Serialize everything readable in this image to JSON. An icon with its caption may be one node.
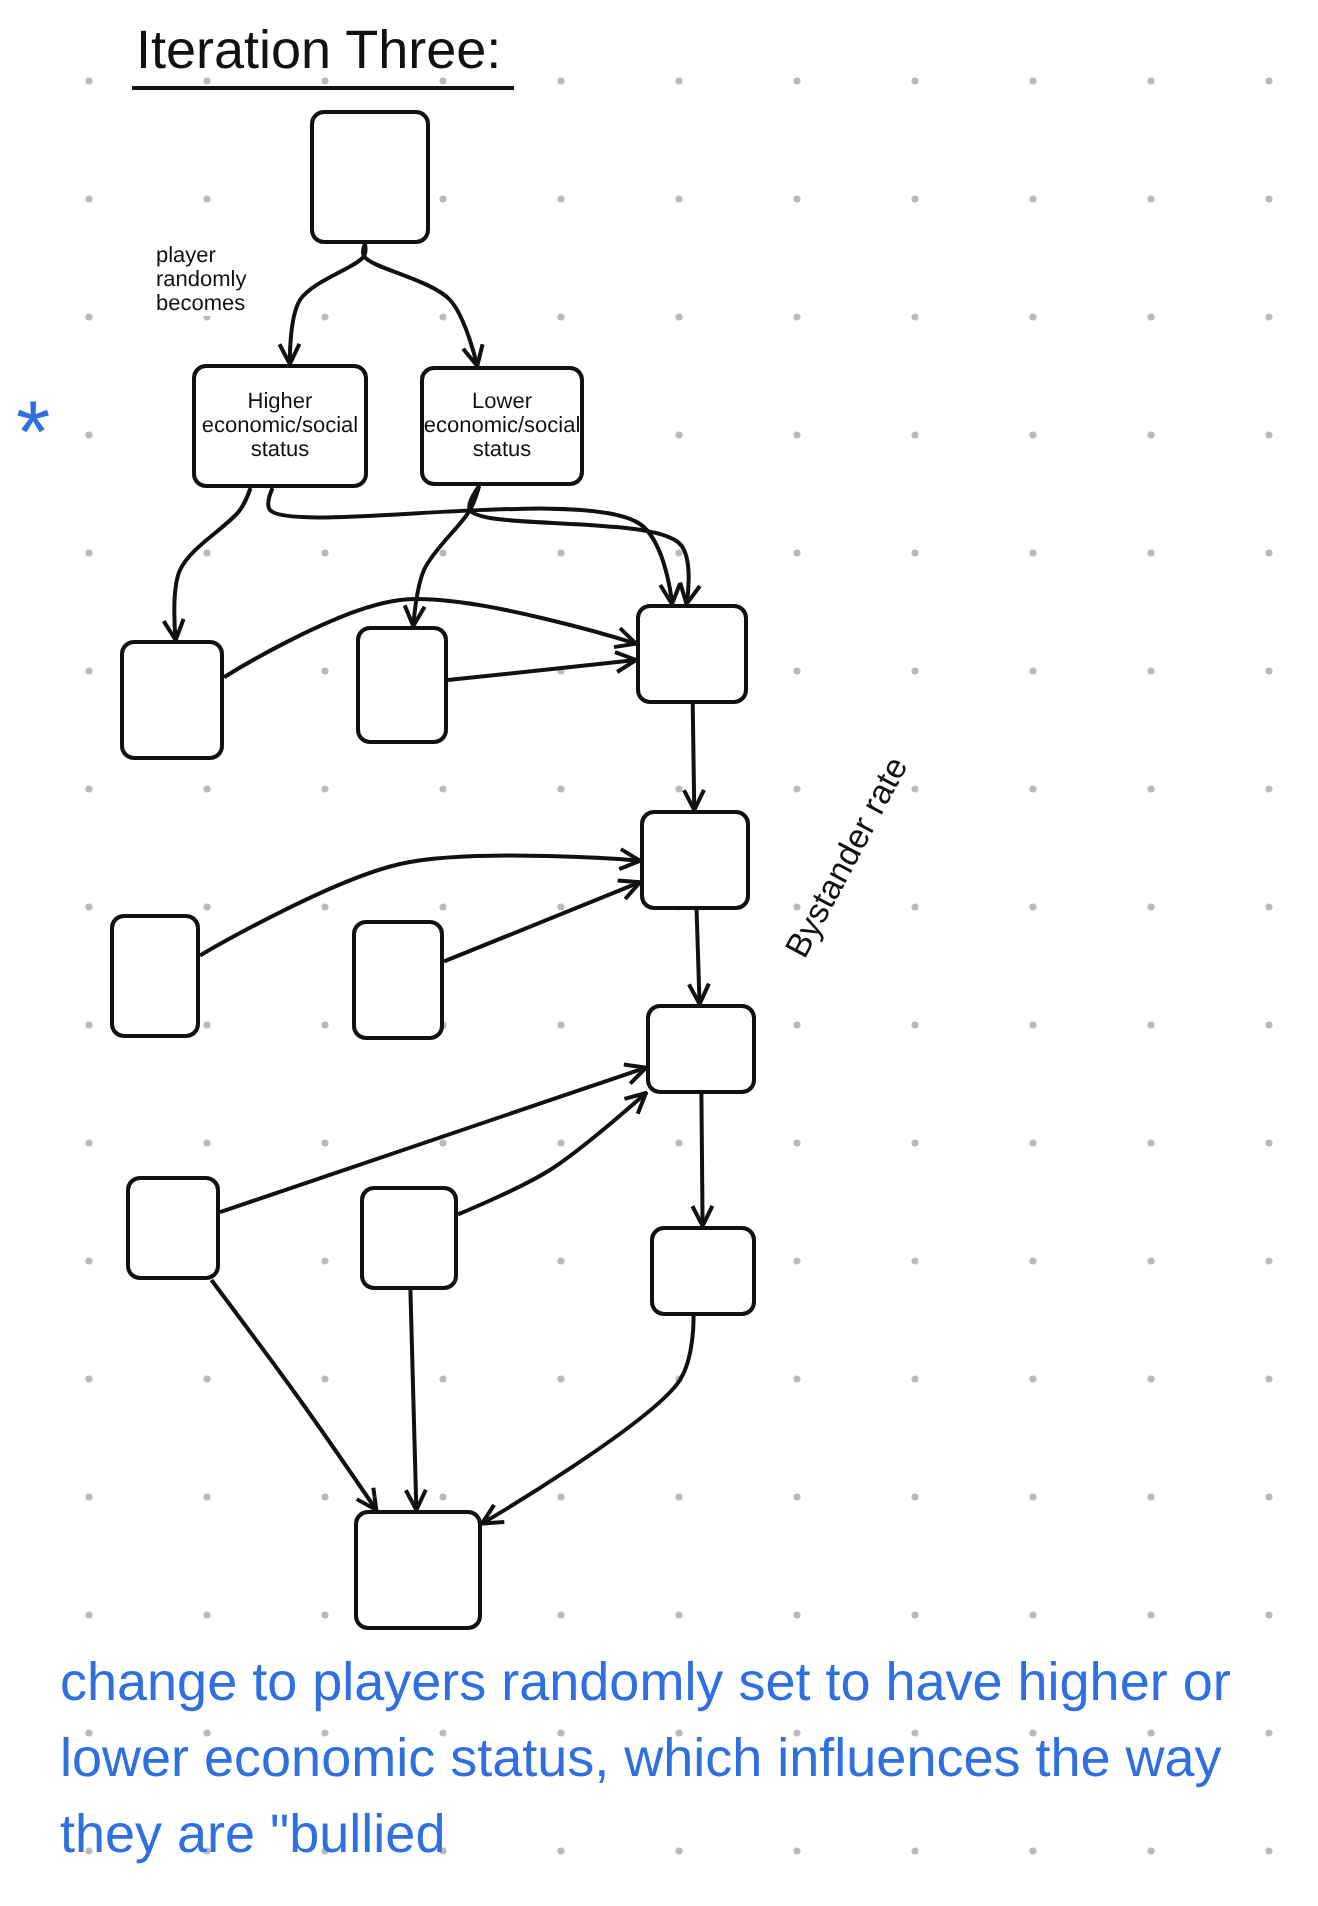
{
  "diagram": {
    "title": "Iteration Three:",
    "caption": "change to players randomly set to have higher or lower economic status, which influences the way they are \"bullied",
    "nodes": [
      {
        "text": [],
        "shape": "box"
      },
      {
        "text": [
          "Higher economic/social status"
        ]
      },
      {
        "text": [
          "Lower economic/social status"
        ]
      },
      {
        "text": [],
        "shape": "box"
      },
      {
        "text": [],
        "shape": "box"
      },
      {
        "text": [],
        "shape": "box"
      },
      {
        "text": [],
        "shape": "box"
      },
      {
        "text": [],
        "shape": "box"
      },
      {
        "text": [],
        "shape": "box",
        "beside": [
          "Bystander rate"
        ]
      },
      {
        "text": [],
        "shape": "box"
      },
      {
        "text": [],
        "shape": "box"
      },
      {
        "text": [],
        "shape": "box"
      },
      {
        "text": [],
        "shape": "box"
      },
      {
        "text": [],
        "shape": "box"
      }
    ],
    "edges": [
      {
        "from": 0,
        "to": 1,
        "arrow": "to",
        "label": "player randomly becomes"
      },
      {
        "from": 0,
        "to": 2,
        "arrow": "to"
      },
      {
        "from": 1,
        "to": 3,
        "arrow": "to"
      },
      {
        "from": 1,
        "to": 5,
        "arrow": "to"
      },
      {
        "from": 2,
        "to": 4,
        "arrow": "to"
      },
      {
        "from": 2,
        "to": 5,
        "arrow": "to"
      },
      {
        "from": 3,
        "to": 5,
        "arrow": "to"
      },
      {
        "from": 4,
        "to": 5,
        "arrow": "to"
      },
      {
        "from": 5,
        "to": 8,
        "arrow": "to"
      },
      {
        "from": 6,
        "to": 8,
        "arrow": "to"
      },
      {
        "from": 7,
        "to": 8,
        "arrow": "to"
      },
      {
        "from": 8,
        "to": 9,
        "arrow": "to"
      },
      {
        "from": 10,
        "to": 9,
        "arrow": "to"
      },
      {
        "from": 11,
        "to": 9,
        "arrow": "to"
      },
      {
        "from": 9,
        "to": 12,
        "arrow": "to"
      },
      {
        "from": 10,
        "to": 13,
        "arrow": "to"
      },
      {
        "from": 11,
        "to": 13,
        "arrow": "to"
      },
      {
        "from": 12,
        "to": 13,
        "arrow": "to"
      }
    ],
    "labels": [
      "*"
    ]
  }
}
